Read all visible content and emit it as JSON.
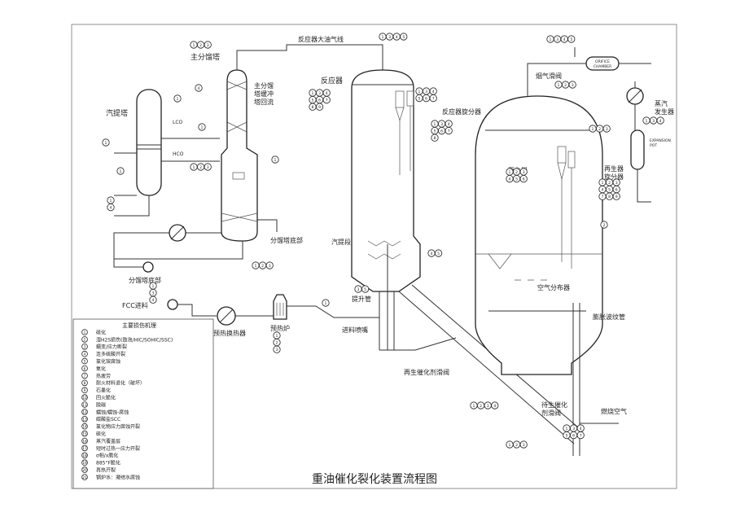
{
  "title": "重油催化裂化装置流程图",
  "labels": {
    "reactor_vapor_line": "反应器大油气线",
    "main_fractionator": "主分馏塔",
    "fractionator_buffer": "主分馏\n塔缓冲\n塔回流",
    "steam_stripper": "汽提塔",
    "lco": "LCO",
    "hco": "HCO",
    "fractionator_bottom": "分馏塔底部",
    "fractionator_bottom2": "分馏塔底部",
    "fcc_feed": "FCC进料",
    "preheat_exchanger": "预热换热器",
    "preheat_furnace": "预热炉",
    "reactor": "反应器",
    "reactor_cyclone": "反应器旋分器",
    "stripping_section": "汽提段",
    "riser": "提升管",
    "feed_nozzle": "进料喷嘴",
    "regen_slide_valve": "再生催化剂滑阀",
    "flue_slide_valve": "烟气滑阀",
    "orifice_chamber": "ORIFICE\nCHAMBER",
    "steam_generator": "蒸汽\n发生器",
    "expansion_pot": "EXPANSION\nPOT",
    "regenerator": "再生器",
    "regen_cyclone": "再生器\n旋分器",
    "air_distributor": "空气分布器",
    "expansion_bellows": "膨胀波纹管",
    "spent_slide_valve": "待生催化\n剂滑阀",
    "combustion_air": "燃烧空气"
  },
  "legend": {
    "title": "主要损伤机理",
    "items": [
      {
        "num": "1",
        "text": "硫化"
      },
      {
        "num": "2",
        "text": "湿H2S损伤(鼓泡/HIC/SOHIC/SSC)"
      },
      {
        "num": "3",
        "text": "蠕变/应力断裂"
      },
      {
        "num": "4",
        "text": "连多硫酸开裂"
      },
      {
        "num": "5",
        "text": "氯化铵腐蚀"
      },
      {
        "num": "6",
        "text": "氧化"
      },
      {
        "num": "7",
        "text": "热疲劳"
      },
      {
        "num": "8",
        "text": "耐火材料退化（破坏）"
      },
      {
        "num": "9",
        "text": "石墨化"
      },
      {
        "num": "10",
        "text": "回火脆化"
      },
      {
        "num": "11",
        "text": "脱碳"
      },
      {
        "num": "12",
        "text": "蠕蚀/蠕蚀-腐蚀"
      },
      {
        "num": "13",
        "text": "碳酸盐SCC"
      },
      {
        "num": "14",
        "text": "氯化物应力腐蚀开裂"
      },
      {
        "num": "15",
        "text": "硫化"
      },
      {
        "num": "16",
        "text": "蒸汽覆盖层"
      },
      {
        "num": "17",
        "text": "短时过热一应力开裂"
      },
      {
        "num": "18",
        "text": "σ相/x脆化"
      },
      {
        "num": "19",
        "text": "885°F脆化"
      },
      {
        "num": "20",
        "text": "再热开裂"
      },
      {
        "num": "21",
        "text": "锅炉水：凝结水腐蚀"
      }
    ]
  },
  "bubbles": [
    {
      "nums": [
        "1",
        "2",
        "3"
      ]
    },
    {
      "nums": [
        "1",
        "3",
        "4",
        "5"
      ]
    },
    {
      "nums": [
        "1",
        "3",
        "4",
        "5"
      ]
    },
    {
      "nums": [
        "4"
      ]
    },
    {
      "nums": [
        "1"
      ]
    },
    {
      "nums": [
        "1"
      ]
    },
    {
      "nums": [
        "1"
      ]
    },
    {
      "nums": [
        "1"
      ]
    },
    {
      "nums": [
        "1",
        "2",
        "3"
      ]
    },
    {
      "nums": [
        "1",
        "4"
      ]
    },
    {
      "nums": [
        "1"
      ]
    },
    {
      "nums": [
        "1",
        "2",
        "3"
      ]
    },
    {
      "nums": [
        "1",
        "3",
        "4"
      ]
    },
    {
      "nums": [
        "3",
        "5"
      ]
    },
    {
      "nums": [
        "1",
        "3",
        "4",
        "5",
        "6",
        "7",
        "8",
        "9"
      ]
    },
    {
      "nums": [
        "1",
        "3",
        "4",
        "5",
        "6",
        "7",
        "8"
      ]
    },
    {
      "nums": [
        "1",
        "3",
        "4",
        "5",
        "6",
        "7"
      ]
    },
    {
      "nums": [
        "4",
        "5"
      ]
    },
    {
      "nums": [
        "1",
        "2",
        "3"
      ]
    },
    {
      "nums": [
        "1",
        "2",
        "3",
        "4"
      ]
    },
    {
      "nums": [
        "1",
        "2",
        "3",
        "4",
        "5",
        "6"
      ]
    },
    {
      "nums": [
        "1",
        "2",
        "3",
        "4",
        "5",
        "6",
        "7",
        "8",
        "9"
      ]
    },
    {
      "nums": [
        "2"
      ]
    },
    {
      "nums": [
        "1"
      ]
    },
    {
      "nums": [
        "1",
        "2",
        "3"
      ]
    },
    {
      "nums": [
        "1",
        "2",
        "3"
      ]
    },
    {
      "nums": [
        "1",
        "3",
        "4"
      ]
    },
    {
      "nums": [
        "1",
        "2",
        "3"
      ]
    },
    {
      "nums": [
        "1",
        "3",
        "4",
        "5",
        "6",
        "7"
      ]
    }
  ]
}
